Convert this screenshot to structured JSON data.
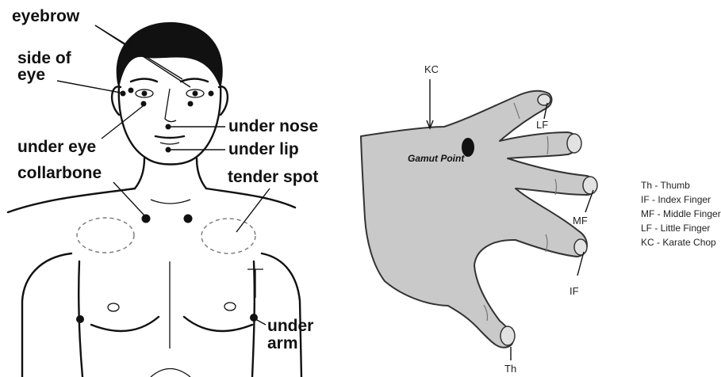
{
  "body_labels": {
    "eyebrow": "eyebrow",
    "side_of_eye_1": "side of",
    "side_of_eye_2": "eye",
    "under_eye": "under eye",
    "collarbone": "collarbone",
    "under_nose": "under nose",
    "under_lip": "under lip",
    "tender_spot": "tender spot",
    "under_arm_1": "under",
    "under_arm_2": "arm"
  },
  "hand_labels": {
    "kc": "KC",
    "lf": "LF",
    "mf": "MF",
    "if": "IF",
    "th": "Th",
    "gamut_point": "Gamut Point"
  },
  "legend": [
    "Th - Thumb",
    "IF - Index Finger",
    "MF - Middle Finger",
    "LF - Little Finger",
    "KC - Karate Chop"
  ],
  "colors": {
    "ink": "#111111",
    "hand_fill": "#c9c9c9",
    "background": "#ffffff"
  }
}
